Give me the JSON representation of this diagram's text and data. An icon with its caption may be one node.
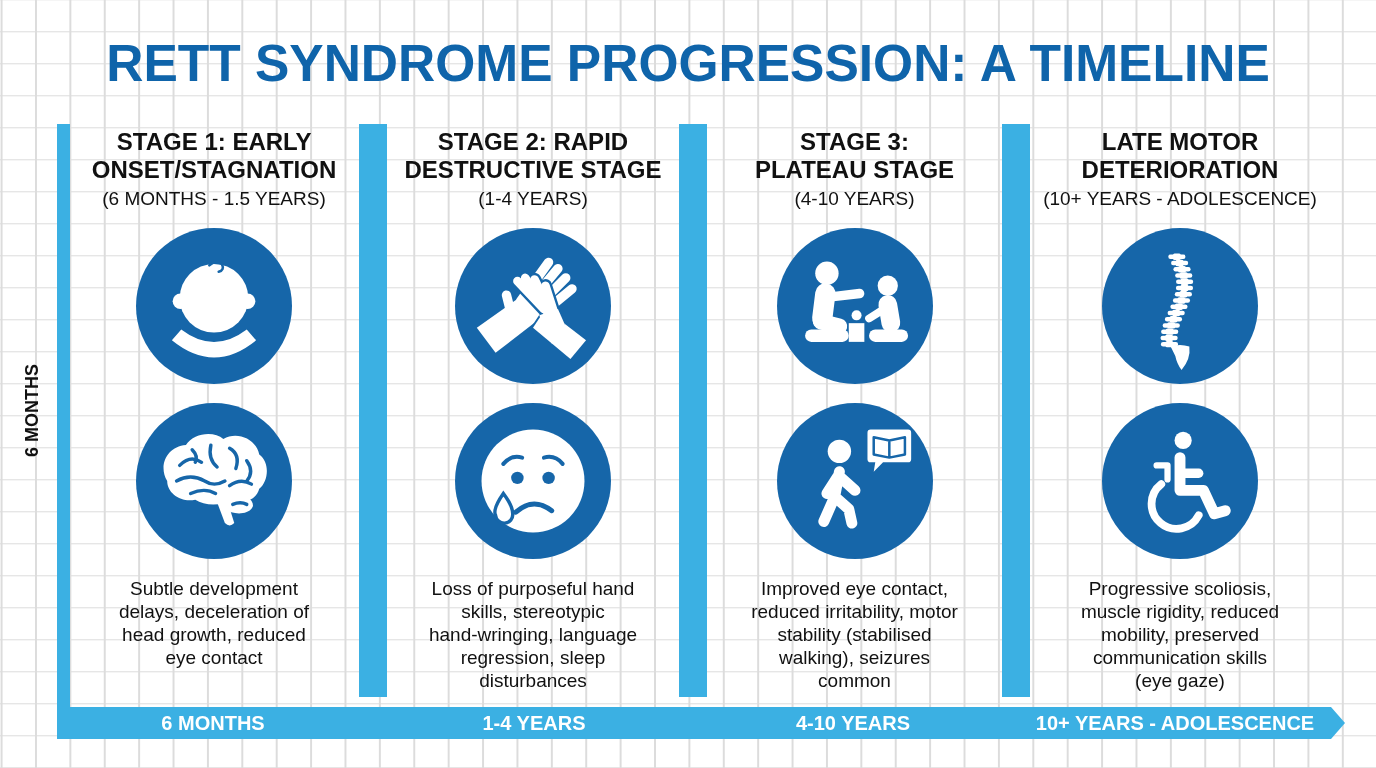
{
  "diagram": {
    "title": "RETT SYNDROME PROGRESSION: A TIMELINE",
    "nodes": [
      {
        "text": [
          "STAGE 1: EARLY ONSET/STAGNATION",
          "(6 MONTHS - 1.5 YEARS)",
          "Subtle development delays, deceleration of head growth, reduced eye contact"
        ]
      },
      {
        "text": [],
        "shape": "picture",
        "in": 0
      },
      {
        "text": [],
        "shape": "picture",
        "in": 0
      },
      {
        "text": [
          "STAGE 2: RAPID DESTRUCTIVE STAGE",
          "(1-4 YEARS)",
          "Loss of purposeful hand skills, stereotypic hand-wringing, language regression, sleep disturbances"
        ]
      },
      {
        "text": [],
        "shape": "picture",
        "in": 3
      },
      {
        "text": [],
        "shape": "picture",
        "in": 3
      },
      {
        "text": [
          "STAGE 3: PLATEAU STAGE",
          "(4-10 YEARS)",
          "Improved eye contact, reduced irritability, motor stability (stabilised walking), seizures common"
        ]
      },
      {
        "text": [],
        "shape": "picture",
        "in": 6
      },
      {
        "text": [],
        "shape": "picture",
        "in": 6
      },
      {
        "text": [
          "LATE MOTOR DETERIORATION",
          "(10+ YEARS - ADOLESCENCE)",
          "Progressive scoliosis, muscle rigidity, reduced mobility, preserved communication skills (eye gaze)"
        ]
      },
      {
        "text": [],
        "shape": "picture",
        "in": 9
      },
      {
        "text": [],
        "shape": "picture",
        "in": 9
      }
    ],
    "labels": [
      "6 MONTHS",
      "6 MONTHS",
      "1-4 YEARS",
      "4-10 YEARS",
      "10+ YEARS - ADOLESCENCE"
    ]
  }
}
